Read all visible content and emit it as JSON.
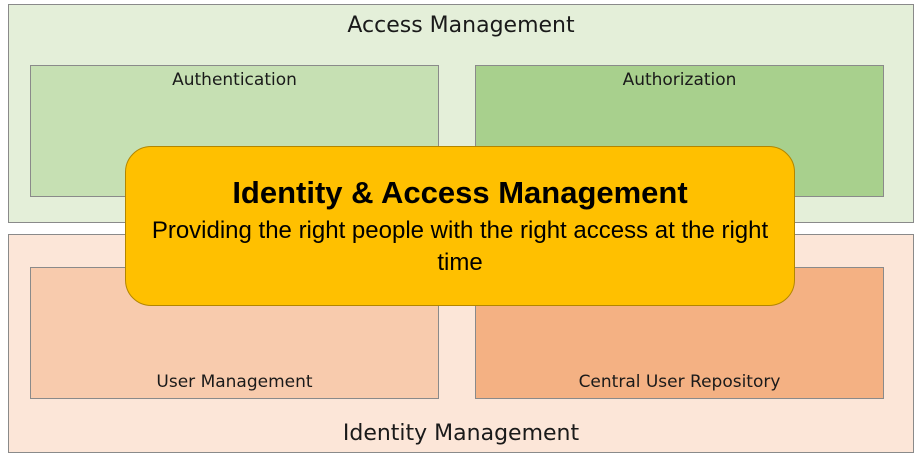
{
  "access_management": {
    "title": "Access Management",
    "authentication": "Authentication",
    "authorization": "Authorization"
  },
  "identity_management": {
    "title": "Identity Management",
    "user_management": "User Management",
    "central_user_repository": "Central User Repository"
  },
  "iam": {
    "title": "Identity & Access Management",
    "subtitle": "Providing the right people with the right access at the right time"
  },
  "colors": {
    "access_bg": "#e4efd9",
    "authentication_bg": "#c6e0b3",
    "authorization_bg": "#a8d08d",
    "identity_bg": "#fce6d8",
    "user_management_bg": "#f8cbad",
    "central_repo_bg": "#f4b183",
    "iam_bg": "#ffc000"
  }
}
